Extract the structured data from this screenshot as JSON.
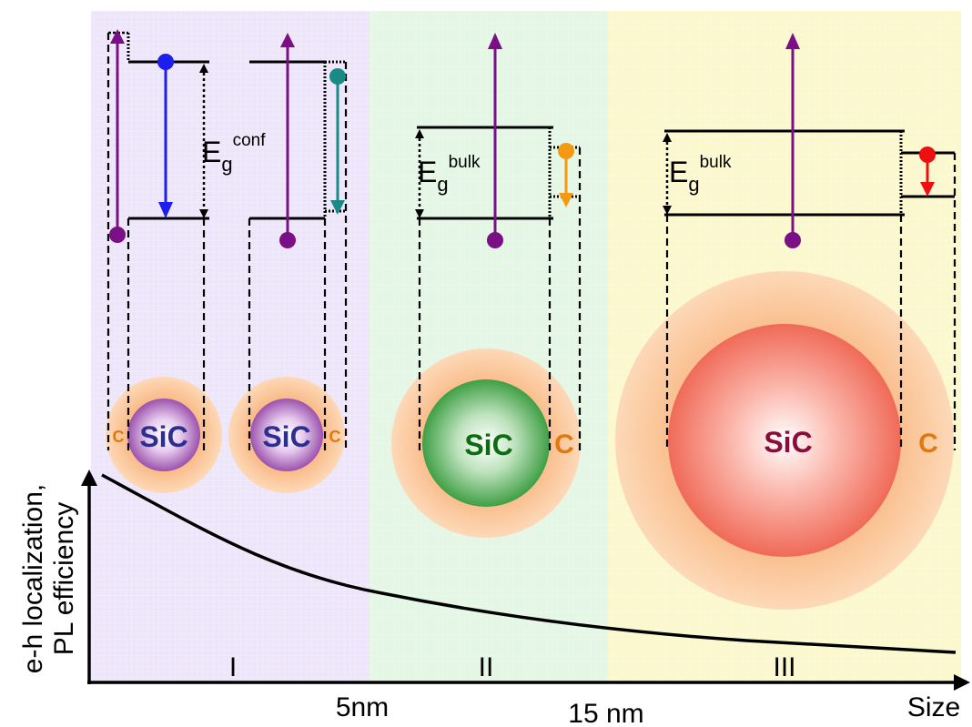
{
  "axes": {
    "ylabel_line1": "e-h localization,",
    "ylabel_line2": "PL efficiency",
    "xlabel": "Size",
    "tick_5nm": "5nm",
    "tick_15nm": "15 nm"
  },
  "regions": {
    "r1": {
      "label": "I",
      "color": "#ede6fb"
    },
    "r2": {
      "label": "II",
      "color": "#e4f7e4"
    },
    "r3": {
      "label": "III",
      "color": "#fbf8cc"
    }
  },
  "particles": {
    "p1": {
      "core": "SiC",
      "shell": "C",
      "core_color": "#9b52ad",
      "text_color": "#2b2f8f"
    },
    "p2": {
      "core": "SiC",
      "shell": "C",
      "core_color": "#9b52ad",
      "text_color": "#2b2f8f"
    },
    "p3": {
      "core": "SiC",
      "shell": "C",
      "core_color": "#3f9f45",
      "text_color": "#0d6b12"
    },
    "p4": {
      "core": "SiC",
      "shell": "C",
      "core_color": "#f06a58",
      "text_color": "#8c0b3c"
    },
    "shell_color": "#fbc89b",
    "shell_text_color": "#e07a10"
  },
  "energy": {
    "eg_conf": {
      "base": "E",
      "sub": "g",
      "sup": "conf"
    },
    "eg_bulk_1": {
      "base": "E",
      "sub": "g",
      "sup": "bulk"
    },
    "eg_bulk_2": {
      "base": "E",
      "sub": "g",
      "sup": "bulk"
    }
  },
  "colors": {
    "excitation": "#7a0f86",
    "emission_1": "#1d1df0",
    "emission_2": "#1a8a86",
    "emission_3": "#f59a10",
    "emission_4": "#ee1010"
  }
}
